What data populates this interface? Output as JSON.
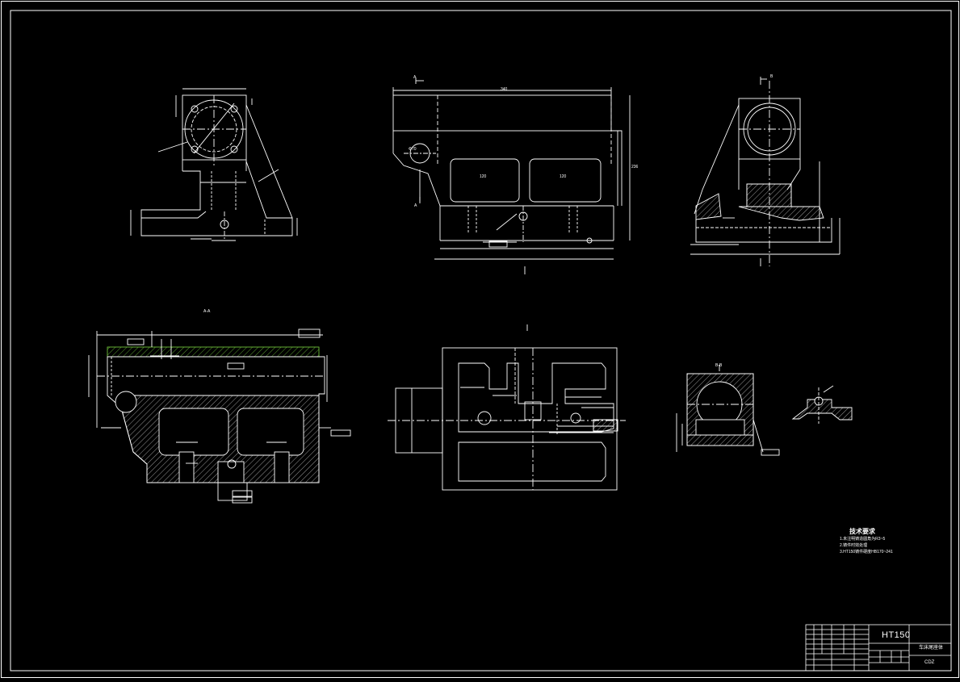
{
  "title_block": {
    "material": "HT150",
    "part_name": "车床尾座体",
    "drawing_code": "CDZ"
  },
  "technical_requirements": {
    "heading": "技术要求",
    "items": [
      "1.未注明铸造圆角为R3~5",
      "2.铸件时效处理",
      "3.HT150铸件硬度HB170~241"
    ]
  },
  "section_labels": {
    "a_a": "A-A",
    "b_b": "B-B"
  },
  "view_markers": {
    "a": "A",
    "b": "B"
  },
  "main_view_dims": {
    "overall_length": "340",
    "height_total": "236",
    "bore": "Φ70",
    "slot_left": "120",
    "slot_right": "120"
  },
  "colors": {
    "background": "#000000",
    "line": "#ffffff",
    "hatch_accent": "#6ec03a"
  }
}
